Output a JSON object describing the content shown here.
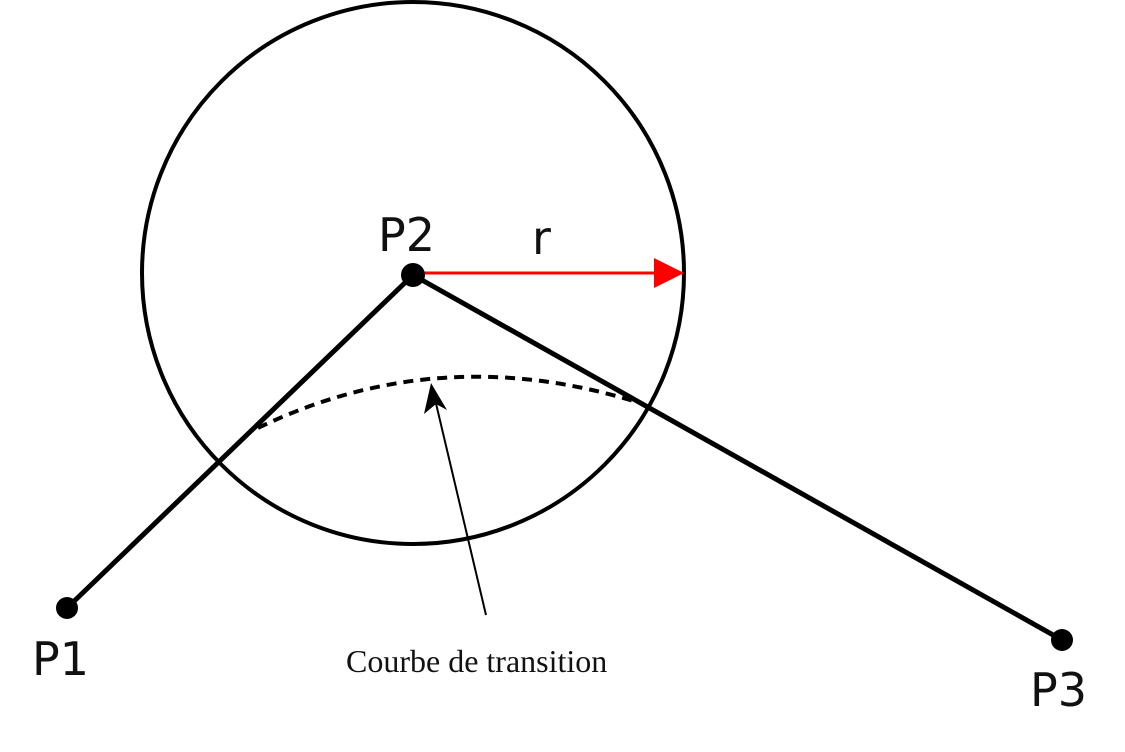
{
  "labels": {
    "p1": "P1",
    "p2": "P2",
    "p3": "P3",
    "radius": "r",
    "curve": "Courbe de transition"
  },
  "colors": {
    "stroke": "#000000",
    "radius_arrow": "#ff0000"
  }
}
